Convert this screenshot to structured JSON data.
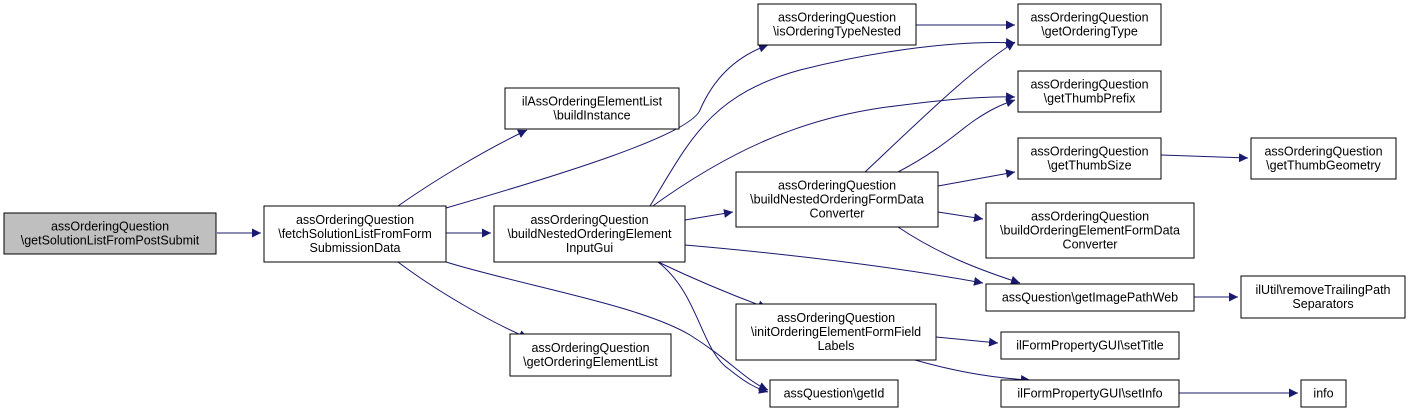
{
  "nodes": [
    {
      "id": "getSolutionListFromPostSubmit",
      "lines": [
        "assOrderingQuestion",
        "\\getSolutionListFromPostSubmit"
      ],
      "root": true
    },
    {
      "id": "fetchSolutionListFromFormSubmissionData",
      "lines": [
        "assOrderingQuestion",
        "\\fetchSolutionListFromForm",
        "SubmissionData"
      ]
    },
    {
      "id": "ilAssOrderingElementList_buildInstance",
      "lines": [
        "ilAssOrderingElementList",
        "\\buildInstance"
      ]
    },
    {
      "id": "getOrderingElementList",
      "lines": [
        "assOrderingQuestion",
        "\\getOrderingElementList"
      ]
    },
    {
      "id": "buildNestedOrderingElementInputGui",
      "lines": [
        "assOrderingQuestion",
        "\\buildNestedOrderingElement",
        "InputGui"
      ]
    },
    {
      "id": "isOrderingTypeNested",
      "lines": [
        "assOrderingQuestion",
        "\\isOrderingTypeNested"
      ]
    },
    {
      "id": "buildNestedOrderingFormDataConverter",
      "lines": [
        "assOrderingQuestion",
        "\\buildNestedOrderingFormData",
        "Converter"
      ]
    },
    {
      "id": "initOrderingElementFormFieldLabels",
      "lines": [
        "assOrderingQuestion",
        "\\initOrderingElementFormField",
        "Labels"
      ]
    },
    {
      "id": "assQuestion_getId",
      "lines": [
        "assQuestion\\getId"
      ]
    },
    {
      "id": "getOrderingType",
      "lines": [
        "assOrderingQuestion",
        "\\getOrderingType"
      ]
    },
    {
      "id": "getThumbPrefix",
      "lines": [
        "assOrderingQuestion",
        "\\getThumbPrefix"
      ]
    },
    {
      "id": "getThumbSize",
      "lines": [
        "assOrderingQuestion",
        "\\getThumbSize"
      ]
    },
    {
      "id": "buildOrderingElementFormDataConverter",
      "lines": [
        "assOrderingQuestion",
        "\\buildOrderingElementFormData",
        "Converter"
      ]
    },
    {
      "id": "assQuestion_getImagePathWeb",
      "lines": [
        "assQuestion\\getImagePathWeb"
      ]
    },
    {
      "id": "setTitle",
      "lines": [
        "ilFormPropertyGUI\\setTitle"
      ]
    },
    {
      "id": "setInfo",
      "lines": [
        "ilFormPropertyGUI\\setInfo"
      ]
    },
    {
      "id": "getThumbGeometry",
      "lines": [
        "assOrderingQuestion",
        "\\getThumbGeometry"
      ]
    },
    {
      "id": "removeTrailingPathSeparators",
      "lines": [
        "ilUtil\\removeTrailingPath",
        "Separators"
      ]
    },
    {
      "id": "info",
      "lines": [
        "info"
      ]
    }
  ],
  "edges": [
    [
      "getSolutionListFromPostSubmit",
      "fetchSolutionListFromFormSubmissionData"
    ],
    [
      "fetchSolutionListFromFormSubmissionData",
      "ilAssOrderingElementList_buildInstance"
    ],
    [
      "fetchSolutionListFromFormSubmissionData",
      "getOrderingElementList"
    ],
    [
      "fetchSolutionListFromFormSubmissionData",
      "buildNestedOrderingElementInputGui"
    ],
    [
      "fetchSolutionListFromFormSubmissionData",
      "isOrderingTypeNested"
    ],
    [
      "fetchSolutionListFromFormSubmissionData",
      "assQuestion_getId"
    ],
    [
      "buildNestedOrderingElementInputGui",
      "buildNestedOrderingFormDataConverter"
    ],
    [
      "buildNestedOrderingElementInputGui",
      "initOrderingElementFormFieldLabels"
    ],
    [
      "buildNestedOrderingElementInputGui",
      "assQuestion_getId"
    ],
    [
      "buildNestedOrderingElementInputGui",
      "getOrderingType"
    ],
    [
      "buildNestedOrderingElementInputGui",
      "getThumbPrefix"
    ],
    [
      "buildNestedOrderingElementInputGui",
      "assQuestion_getImagePathWeb"
    ],
    [
      "isOrderingTypeNested",
      "getOrderingType"
    ],
    [
      "buildNestedOrderingFormDataConverter",
      "getOrderingType"
    ],
    [
      "buildNestedOrderingFormDataConverter",
      "getThumbPrefix"
    ],
    [
      "buildNestedOrderingFormDataConverter",
      "getThumbSize"
    ],
    [
      "buildNestedOrderingFormDataConverter",
      "buildOrderingElementFormDataConverter"
    ],
    [
      "buildNestedOrderingFormDataConverter",
      "assQuestion_getImagePathWeb"
    ],
    [
      "getThumbSize",
      "getThumbGeometry"
    ],
    [
      "assQuestion_getImagePathWeb",
      "removeTrailingPathSeparators"
    ],
    [
      "initOrderingElementFormFieldLabels",
      "setTitle"
    ],
    [
      "initOrderingElementFormFieldLabels",
      "setInfo"
    ],
    [
      "setInfo",
      "info"
    ]
  ],
  "colors": {
    "edge": "#191970",
    "root_fill": "#bfbfbf",
    "node_fill": "#ffffff",
    "node_stroke": "#000000"
  }
}
